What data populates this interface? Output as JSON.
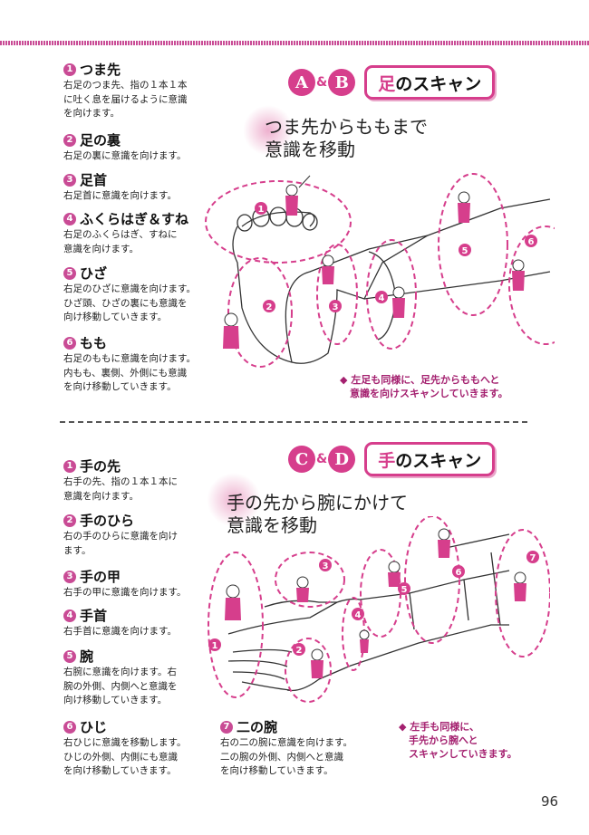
{
  "colors": {
    "accent": "#d63e8c",
    "note": "#a4206f"
  },
  "sectionA": {
    "badge1": "A",
    "badge2": "B",
    "amp": "&",
    "title_kanji": "足",
    "title_rest": "のスキャン",
    "subtitle": "つま先からももまで\n意識を移動",
    "items": [
      {
        "num": "1",
        "head": "つま先",
        "body": "右足のつま先、指の１本１本\nに吐く息を届けるように意識\nを向けます。"
      },
      {
        "num": "2",
        "head": "足の裏",
        "body": "右足の裏に意識を向けます。"
      },
      {
        "num": "3",
        "head": "足首",
        "body": "右足首に意識を向けます。"
      },
      {
        "num": "4",
        "head": "ふくらはぎ＆すね",
        "body": "右足のふくらはぎ、すねに\n意識を向けます。"
      },
      {
        "num": "5",
        "head": "ひざ",
        "body": "右足のひざに意識を向けます。\nひざ頭、ひざの裏にも意識を\n向け移動していきます。"
      },
      {
        "num": "6",
        "head": "もも",
        "body": "右足のももに意識を向けます。\n内もも、裏側、外側にも意識\nを向け移動していきます。"
      }
    ],
    "note": "◆ 左足も同様に、足先からももへと\n　意識を向けスキャンしていきます。",
    "zone_numbers": [
      "1",
      "2",
      "3",
      "4",
      "5",
      "6"
    ]
  },
  "sectionC": {
    "badge1": "C",
    "badge2": "D",
    "amp": "&",
    "title_kanji": "手",
    "title_rest": "のスキャン",
    "subtitle": "手の先から腕にかけて\n意識を移動",
    "items": [
      {
        "num": "1",
        "head": "手の先",
        "body": "右手の先、指の１本１本に\n意識を向けます。"
      },
      {
        "num": "2",
        "head": "手のひら",
        "body": "右の手のひらに意識を向け\nます。"
      },
      {
        "num": "3",
        "head": "手の甲",
        "body": "右手の甲に意識を向けます。"
      },
      {
        "num": "4",
        "head": "手首",
        "body": "右手首に意識を向けます。"
      },
      {
        "num": "5",
        "head": "腕",
        "body": "右腕に意識を向けます。右\n腕の外側、内側へと意識を\n向け移動していきます。"
      },
      {
        "num": "6",
        "head": "ひじ",
        "body": "右ひじに意識を移動します。\nひじの外側、内側にも意識\nを向け移動していきます。"
      }
    ],
    "item7": {
      "num": "7",
      "head": "二の腕",
      "body": "右の二の腕に意識を向けます。\n二の腕の外側、内側へと意識\nを向け移動していきます。"
    },
    "note": "◆ 左手も同様に、\n　手先から腕へと\n　スキャンしていきます。",
    "zone_numbers": [
      "1",
      "2",
      "3",
      "4",
      "5",
      "6",
      "7"
    ]
  },
  "page_number": "96"
}
